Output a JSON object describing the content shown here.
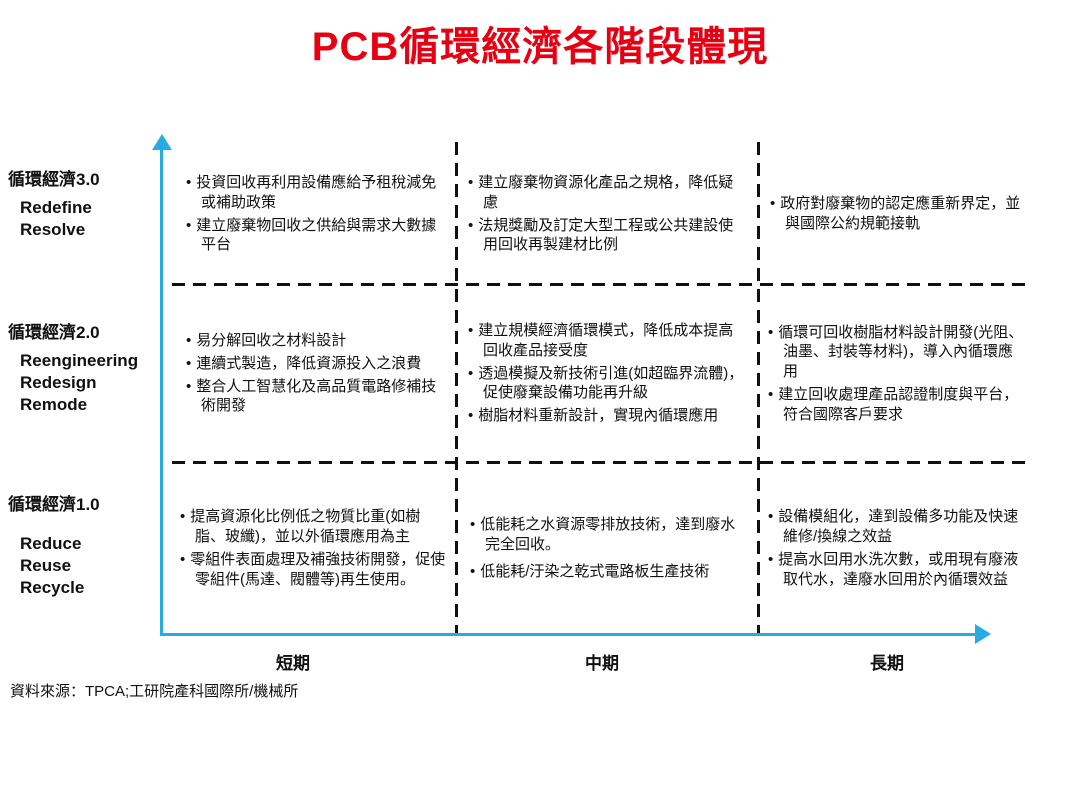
{
  "title": "PCB循環經濟各階段體現",
  "source_note": "資料來源：TPCA;工研院產科國際所/機械所",
  "colors": {
    "title_red": "#e60012",
    "axis_cyan": "#29abe2",
    "divider_black": "#111111"
  },
  "x_axis": {
    "labels": [
      "短期",
      "中期",
      "長期"
    ]
  },
  "y_axis": {
    "levels": [
      {
        "zh": "循環經濟3.0",
        "en": [
          "Redefine",
          "Resolve"
        ]
      },
      {
        "zh": "循環經濟2.0",
        "en": [
          "Reengineering",
          "Redesign",
          "Remode"
        ]
      },
      {
        "zh": "循環經濟1.0",
        "en": [
          "Reduce",
          "Reuse",
          "Recycle"
        ]
      }
    ]
  },
  "matrix": {
    "rows": [
      {
        "level": "循環經濟3.0",
        "cells": [
          {
            "term": "短期",
            "items": [
              "投資回收再利用設備應給予租稅減免或補助政策",
              "建立廢棄物回收之供給與需求大數據平台"
            ]
          },
          {
            "term": "中期",
            "items": [
              "建立廢棄物資源化產品之規格，降低疑慮",
              "法規獎勵及訂定大型工程或公共建設使用回收再製建材比例"
            ]
          },
          {
            "term": "長期",
            "items": [
              "政府對廢棄物的認定應重新界定，並與國際公約規範接軌"
            ]
          }
        ]
      },
      {
        "level": "循環經濟2.0",
        "cells": [
          {
            "term": "短期",
            "items": [
              "易分解回收之材料設計",
              "連續式製造，降低資源投入之浪費",
              "整合人工智慧化及高品質電路修補技術開發"
            ]
          },
          {
            "term": "中期",
            "items": [
              "建立規模經濟循環模式，降低成本提高回收產品接受度",
              "透過模擬及新技術引進(如超臨界流體)，促使廢棄設備功能再升級",
              "樹脂材料重新設計，實現內循環應用"
            ]
          },
          {
            "term": "長期",
            "items": [
              "循環可回收樹脂材料設計開發(光阻、油墨、封裝等材料)，導入內循環應用",
              "建立回收處理產品認證制度與平台，符合國際客戶要求"
            ]
          }
        ]
      },
      {
        "level": "循環經濟1.0",
        "cells": [
          {
            "term": "短期",
            "items": [
              "提高資源化比例低之物質比重(如樹脂、玻纖)，並以外循環應用為主",
              "零組件表面處理及補強技術開發，促使零組件(馬達、閥體等)再生使用。"
            ]
          },
          {
            "term": "中期",
            "items": [
              "低能耗之水資源零排放技術，達到廢水完全回收。",
              "低能耗/汙染之乾式電路板生產技術"
            ]
          },
          {
            "term": "長期",
            "items": [
              "設備模組化，達到設備多功能及快速維修/換線之效益",
              "提高水回用水洗次數，或用現有廢液取代水，達廢水回用於內循環效益"
            ]
          }
        ]
      }
    ]
  }
}
